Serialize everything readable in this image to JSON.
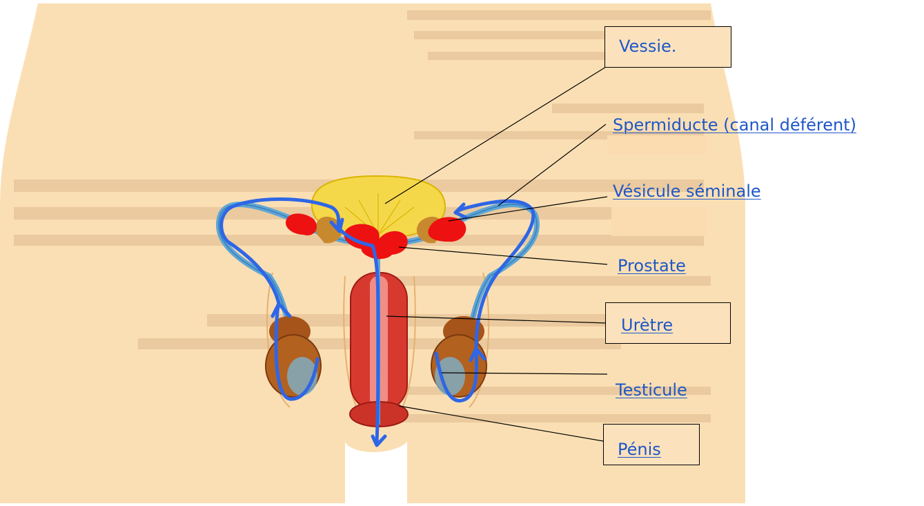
{
  "diagram": {
    "labels": {
      "vessie": "Vessie.",
      "spermiducte": "Spermiducte (canal déférent)",
      "vesicule": "Vésicule séminale",
      "prostate": "Prostate",
      "uretre": "Urètre",
      "testicule": "Testicule",
      "penis": "Pénis"
    },
    "colors": {
      "skin": "#fbdfb4",
      "body_shadow": "#f4c98f",
      "bladder": "#f5d84a",
      "duct": "#5fa6d6",
      "testis": "#b3611f",
      "penis": "#d8392f",
      "drawn_red": "#ee1111",
      "drawn_arrow": "#2e66e6",
      "label_text": "#1e57c8"
    }
  }
}
